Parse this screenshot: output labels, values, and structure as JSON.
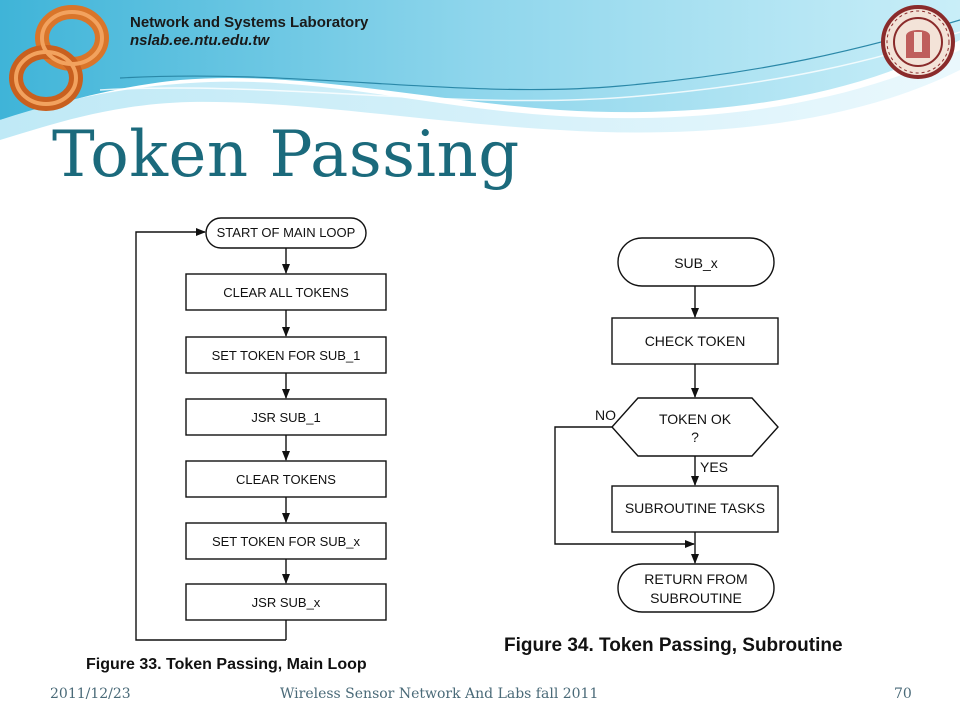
{
  "header": {
    "lab_name": "Network and Systems Laboratory",
    "lab_url": "nslab.ee.ntu.edu.tw",
    "logo_icon": "nslab-logo-icon",
    "seal_icon": "ntu-seal-icon"
  },
  "title": "Token Passing",
  "figure_main": {
    "start": "START OF MAIN LOOP",
    "steps": [
      "CLEAR ALL TOKENS",
      "SET TOKEN FOR SUB_1",
      "JSR SUB_1",
      "CLEAR TOKENS",
      "SET TOKEN FOR SUB_x",
      "JSR SUB_x"
    ],
    "caption": "Figure 33. Token Passing, Main Loop"
  },
  "figure_sub": {
    "start": "SUB_x",
    "check": "CHECK TOKEN",
    "decision_line1": "TOKEN OK",
    "decision_line2": "?",
    "no_label": "NO",
    "yes_label": "YES",
    "tasks": "SUBROUTINE TASKS",
    "return_line1": "RETURN FROM",
    "return_line2": "SUBROUTINE",
    "caption": "Figure 34. Token Passing, Subroutine"
  },
  "footer": {
    "date": "2011/12/23",
    "course": "Wireless Sensor Network And Labs fall 2011",
    "page": "70"
  },
  "colors": {
    "title": "#1b6a7c",
    "wave_dark": "#2aa3c8",
    "wave_light": "#9fdcef",
    "logo_orange": "#d9752a"
  }
}
